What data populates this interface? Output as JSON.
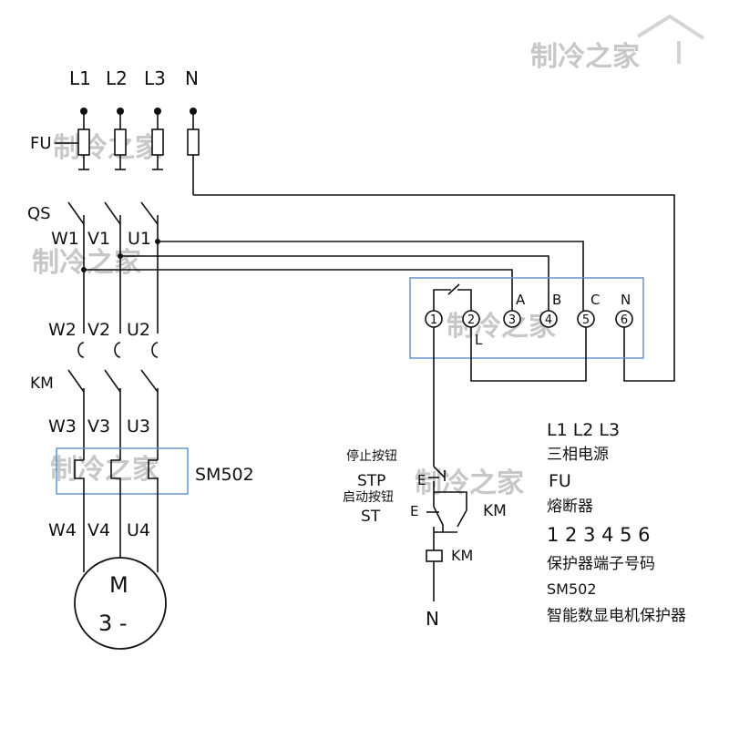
{
  "phases": {
    "l1": "L1",
    "l2": "L2",
    "l3": "L3",
    "n": "N"
  },
  "fuse_label": "FU",
  "qs_label": "QS",
  "qs_terminals": {
    "w": "W1",
    "v": "V1",
    "u": "U1"
  },
  "mid_terminals": {
    "w": "W2",
    "v": "V2",
    "u": "U2"
  },
  "km_label": "KM",
  "km_terminals": {
    "w": "W3",
    "v": "V3",
    "u": "U3"
  },
  "sm_label": "SM502",
  "out_terminals": {
    "w": "W4",
    "v": "V4",
    "u": "U4"
  },
  "motor": {
    "m": "M",
    "phase": "3 -"
  },
  "protector": {
    "terminals": [
      "1",
      "2",
      "3",
      "4",
      "5",
      "6"
    ],
    "a": "A",
    "b": "B",
    "c": "C",
    "n": "N",
    "l": "L"
  },
  "control": {
    "stop_cn": "停止按钮",
    "stop_code": "STP",
    "stop_e": "E",
    "start_cn": "启动按钮",
    "start_code": "ST",
    "start_e": "E",
    "km_contact": "KM",
    "km_coil": "KM",
    "neutral": "N"
  },
  "legend": {
    "phases": "L1  L2  L3",
    "phases_desc": "三相电源",
    "fu": "FU",
    "fu_desc": "熔断器",
    "numbers": "1 2 3 4 5 6",
    "numbers_desc": "保护器端子号码",
    "sm": "SM502",
    "sm_desc": "智能数显电机保护器"
  },
  "watermark": "制冷之家",
  "colors": {
    "line": "#111111",
    "box": "#5b8fc9",
    "watermark": "#9a9a9a"
  }
}
